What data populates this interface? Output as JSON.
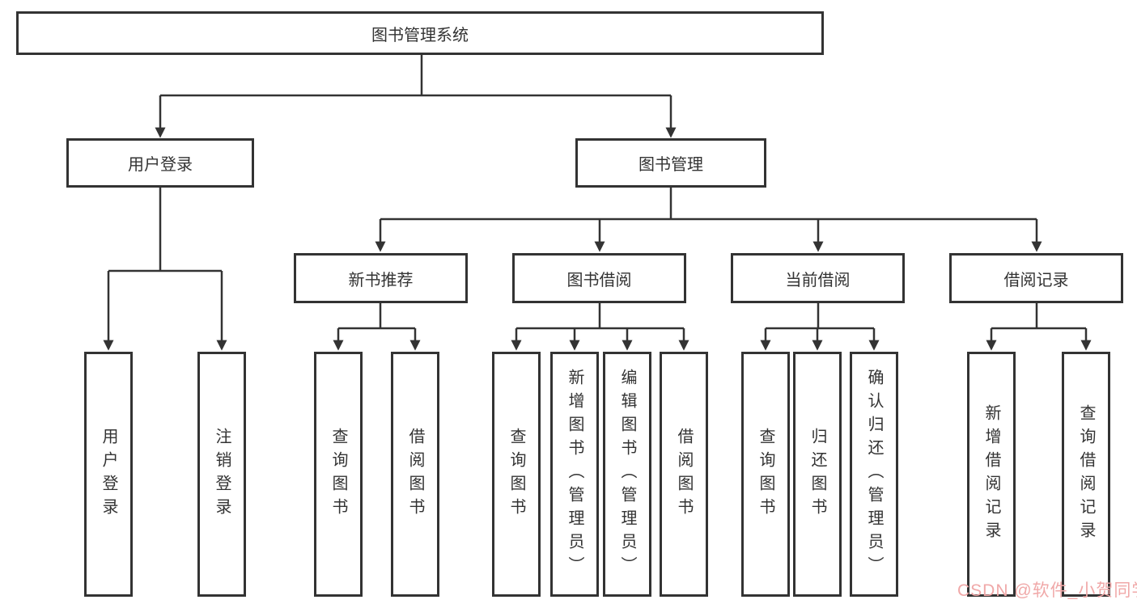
{
  "diagram": {
    "root": {
      "label": "图书管理系统"
    },
    "branches": [
      {
        "label": "用户登录",
        "leaves": [
          {
            "label": "用户登录"
          },
          {
            "label": "注销登录"
          }
        ]
      },
      {
        "label": "图书管理",
        "groups": [
          {
            "label": "新书推荐",
            "leaves": [
              {
                "label": "查询图书"
              },
              {
                "label": "借阅图书"
              }
            ]
          },
          {
            "label": "图书借阅",
            "leaves": [
              {
                "label": "查询图书"
              },
              {
                "label": "新增图书（管理员）"
              },
              {
                "label": "编辑图书（管理员）"
              },
              {
                "label": "借阅图书"
              }
            ]
          },
          {
            "label": "当前借阅",
            "leaves": [
              {
                "label": "查询图书"
              },
              {
                "label": "归还图书"
              },
              {
                "label": "确认归还（管理员）"
              }
            ]
          },
          {
            "label": "借阅记录",
            "leaves": [
              {
                "label": "新增借阅记录"
              },
              {
                "label": "查询借阅记录"
              }
            ]
          }
        ]
      }
    ]
  },
  "watermark": {
    "text": "CSDN @软件_小贺同学",
    "color": "#f0a8a8"
  },
  "colors": {
    "line": "#333333",
    "box_background": "#ffffff",
    "text": "#333333"
  }
}
